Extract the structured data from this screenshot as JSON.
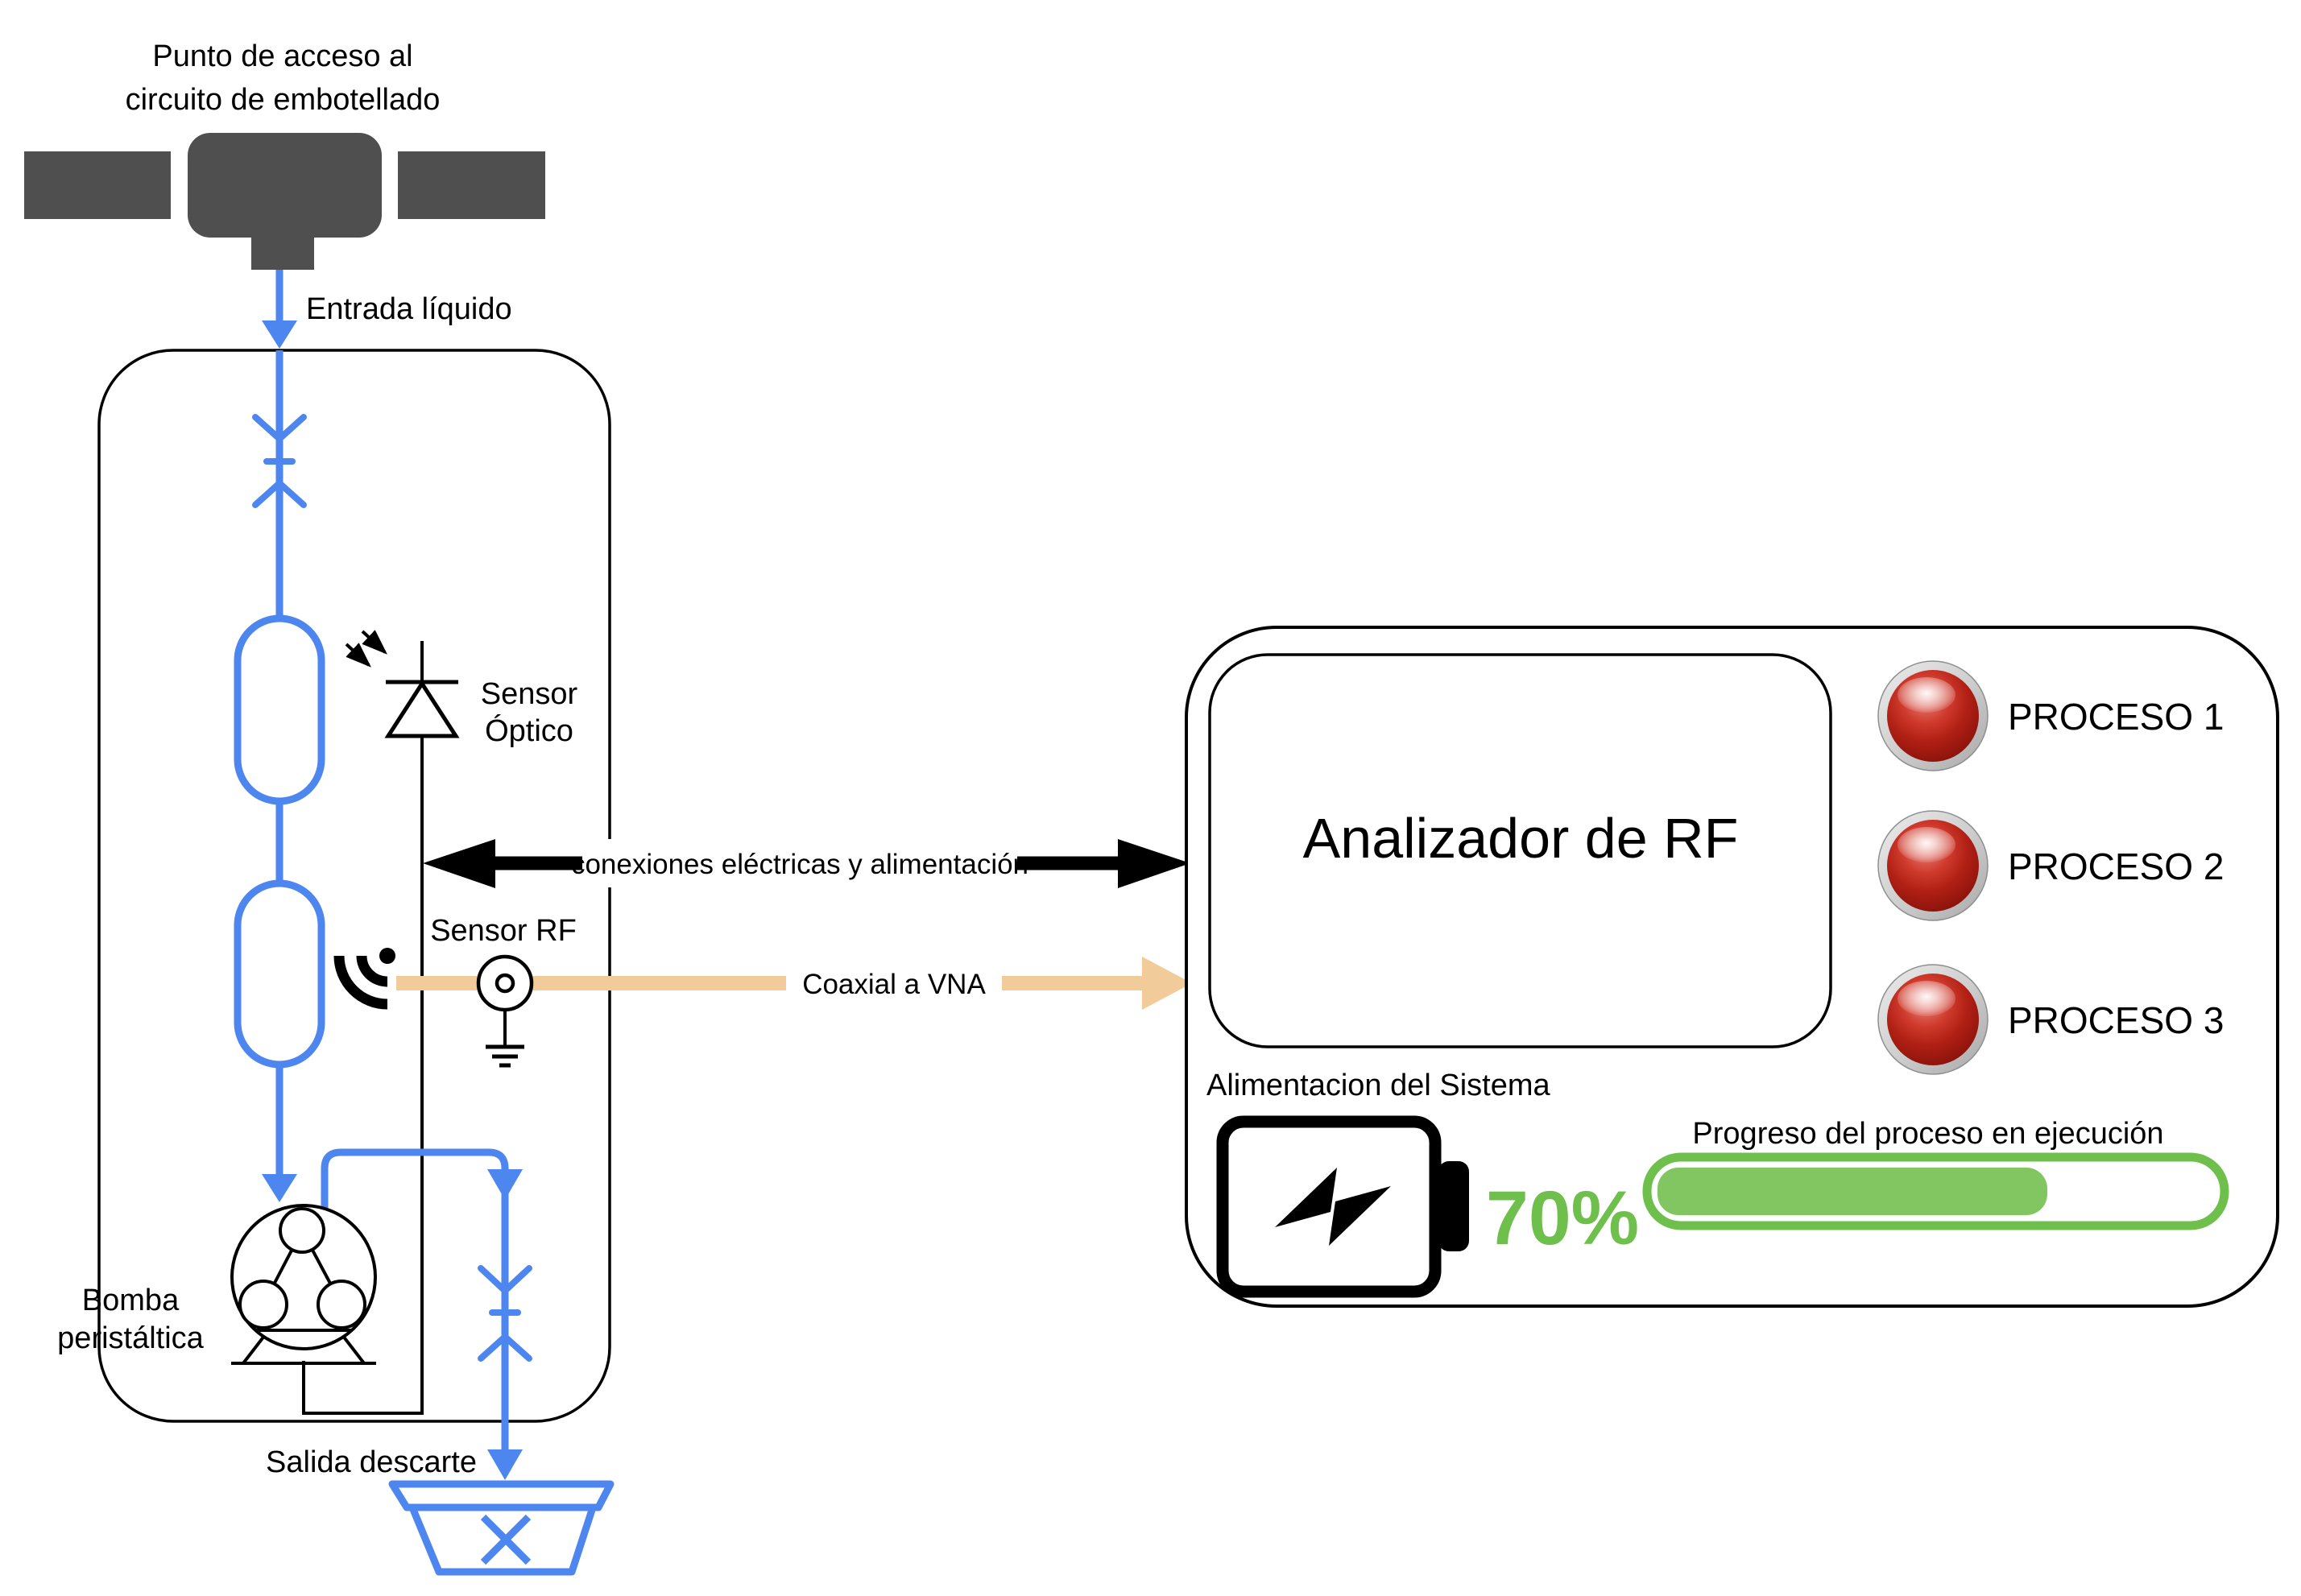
{
  "title": {
    "line1": "Punto de acceso al",
    "line2": "circuito de embotellado"
  },
  "labels": {
    "inlet": "Entrada líquido",
    "optical_sensor_line1": "Sensor",
    "optical_sensor_line2": "Óptico",
    "rf_sensor": "Sensor RF",
    "electrical_link": "conexiones eléctricas y alimentación",
    "coaxial_link": "Coaxial a VNA",
    "pump_line1": "Bomba",
    "pump_line2": "peristáltica",
    "discard_outlet": "Salida descarte"
  },
  "analyzer": {
    "title": "Analizador de RF",
    "processes": [
      {
        "label": "PROCESO 1",
        "led_color": "#b01f14"
      },
      {
        "label": "PROCESO 2",
        "led_color": "#b01f14"
      },
      {
        "label": "PROCESO 3",
        "led_color": "#b01f14"
      }
    ],
    "power": {
      "label": "Alimentacion del Sistema",
      "percent": "70%",
      "percent_value": 70
    },
    "progress": {
      "label": "Progreso del proceso en ejecución",
      "value": 70
    }
  },
  "colors": {
    "flow_blue": "#4e86f0",
    "coax_tan": "#f2cb9b",
    "progress_green": "#6fbf4c",
    "progress_fill_green": "#82c661",
    "led_red": "#b01f14",
    "pipe_gray": "#4f4f4f"
  }
}
